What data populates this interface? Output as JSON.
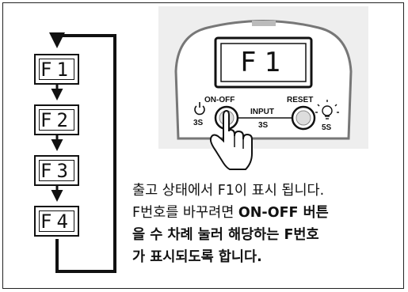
{
  "sequence": [
    "F1",
    "F2",
    "F3",
    "F4"
  ],
  "device": {
    "display": "F1",
    "onoff_label": "ON-OFF",
    "onoff_time": "3S",
    "input_label": "INPUT",
    "input_time": "3S",
    "reset_label": "RESET",
    "reset_time": "5S"
  },
  "caption": {
    "line1": "출고 상태에서 F1이 표시 됩니다.",
    "line2a": "F번호를 바꾸려면 ",
    "line2b": "ON-OFF 버튼",
    "line3": "을 수 차례 눌러 해당하는 F번호",
    "line4": "가 표시되도록 합니다."
  }
}
